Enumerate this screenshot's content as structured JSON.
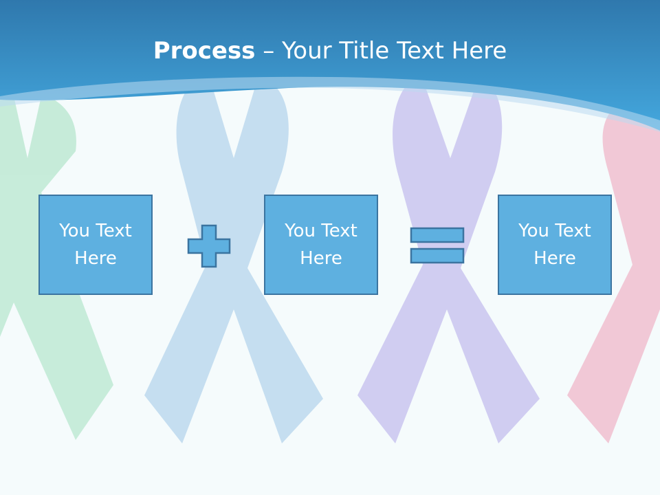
{
  "slide": {
    "title_bold": "Process",
    "title_rest": " – Your Title Text Here",
    "boxes": [
      {
        "text": "You Text Here"
      },
      {
        "text": "You Text Here"
      },
      {
        "text": "You Text Here"
      }
    ],
    "operators": [
      "plus-icon",
      "equals-icon"
    ],
    "colors": {
      "header": "#3aa0d8",
      "box_fill": "#5eb0e0",
      "box_border": "#3b74a0",
      "ribbon_green": "#bfe9d4",
      "ribbon_blue": "#c6dff0",
      "ribbon_purple": "#cfcdf0",
      "ribbon_pink": "#f0c6d4"
    }
  }
}
